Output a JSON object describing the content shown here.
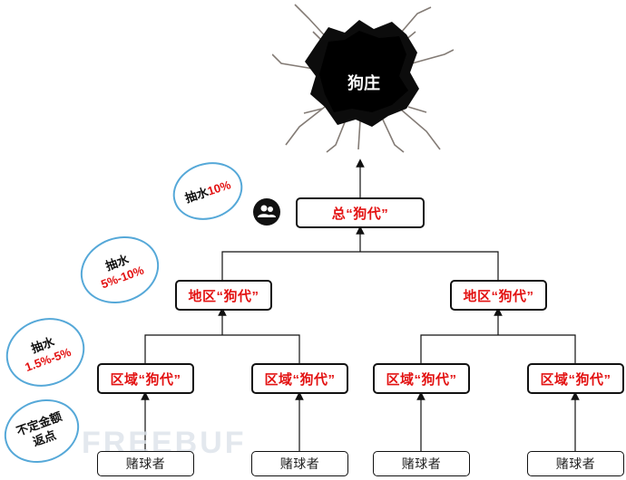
{
  "top": {
    "label": "狗庄"
  },
  "general_agent": {
    "label": "总“狗代”"
  },
  "regional_agents": [
    {
      "label": "地区“狗代”"
    },
    {
      "label": "地区“狗代”"
    }
  ],
  "area_agents": [
    {
      "label": "区域“狗代”"
    },
    {
      "label": "区域“狗代”"
    },
    {
      "label": "区域“狗代”"
    },
    {
      "label": "区域“狗代”"
    }
  ],
  "players": [
    {
      "label": "赌球者"
    },
    {
      "label": "赌球者"
    },
    {
      "label": "赌球者"
    },
    {
      "label": "赌球者"
    }
  ],
  "bubbles": {
    "general": {
      "text": "抽水",
      "pct": "10%"
    },
    "regional": {
      "text": "抽水",
      "pct": "5%-10%"
    },
    "area": {
      "text": "抽水",
      "pct": "1.5%-5%"
    },
    "player": {
      "line1": "不定金额",
      "line2": "返点"
    }
  },
  "icons": {
    "user": "users-group-icon",
    "hole": "cracked-hole-icon"
  },
  "colors": {
    "accent_red": "#e31212",
    "bubble_border": "#55a8d8",
    "line": "#111111"
  },
  "watermark": "FREEBUF"
}
